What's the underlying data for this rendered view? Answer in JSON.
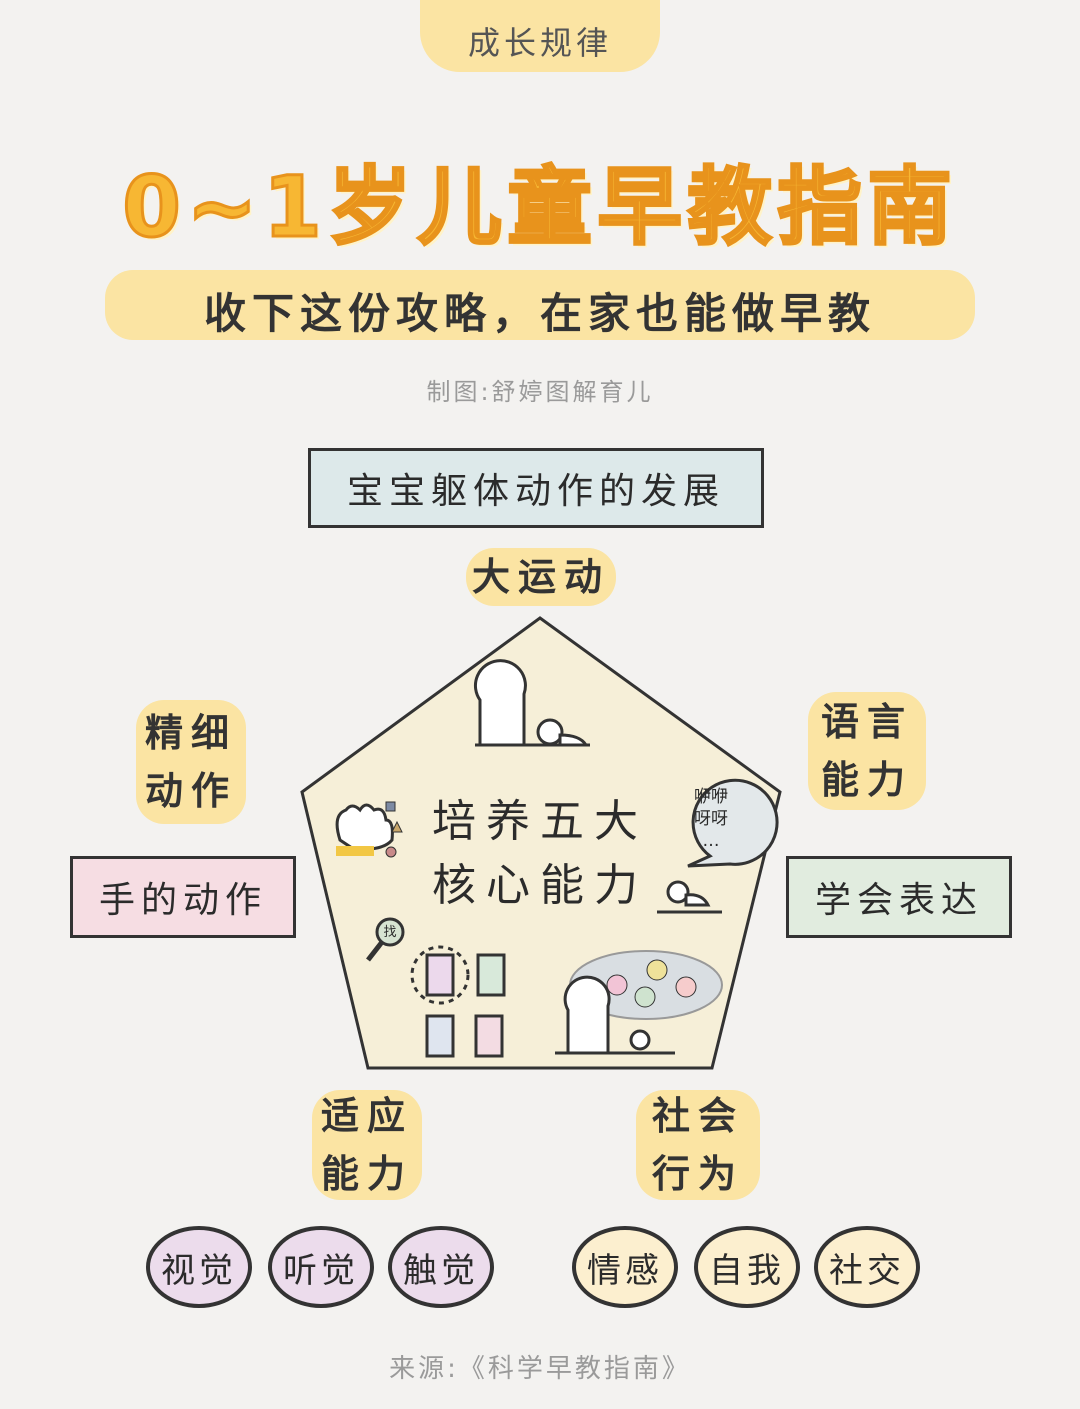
{
  "header": {
    "tag": "成长规律",
    "title": "0~1岁儿童早教指南",
    "subtitle": "收下这份攻略，在家也能做早教",
    "credit": "制图:舒婷图解育儿"
  },
  "diagram": {
    "top_box": "宝宝躯体动作的发展",
    "center": {
      "line1": "培养五大",
      "line2": "核心能力"
    },
    "speech_bubble": {
      "line1": "咿咿",
      "line2": "呀呀",
      "line3": "…"
    },
    "magnifier_text": "找",
    "abilities": {
      "gross_motor": "大运动",
      "fine_motor": {
        "line1": "精细",
        "line2": "动作"
      },
      "language": {
        "line1": "语言",
        "line2": "能力"
      },
      "adaptive": {
        "line1": "适应",
        "line2": "能力"
      },
      "social": {
        "line1": "社会",
        "line2": "行为"
      }
    },
    "side_boxes": {
      "left": "手的动作",
      "right": "学会表达"
    },
    "adaptive_pills": [
      "视觉",
      "听觉",
      "触觉"
    ],
    "social_pills": [
      "情感",
      "自我",
      "社交"
    ]
  },
  "footer": {
    "source": "来源:《科学早教指南》"
  },
  "colors": {
    "title_orange": "#f7b733",
    "highlight_yellow": "#fbe4a3",
    "pentagon_fill": "#f6efd8",
    "top_box_blue": "#dde9ea",
    "left_box_pink": "#f6dde3",
    "right_box_green": "#e1ecdf",
    "pill_lilac": "#ecdcec",
    "pill_cream": "#fcefcf"
  }
}
